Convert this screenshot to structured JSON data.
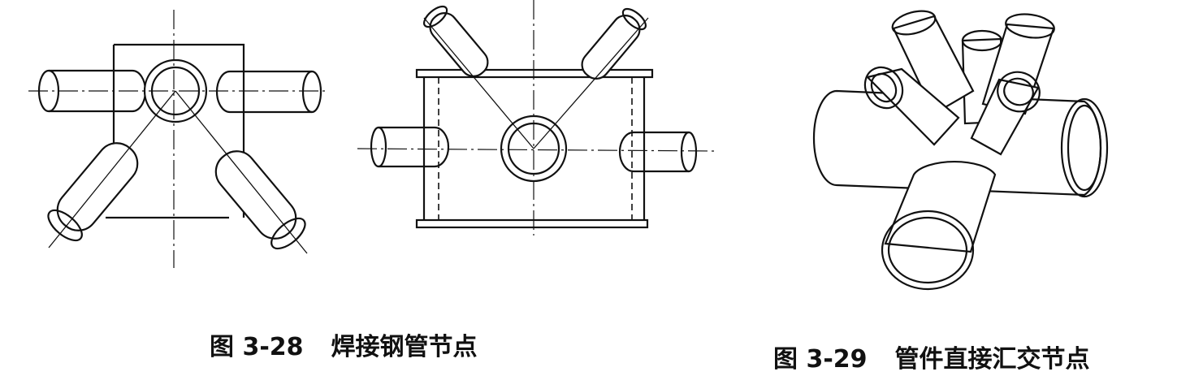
{
  "figures": [
    {
      "number": "图 3-28",
      "title": "焊接钢管节点"
    },
    {
      "number": "图 3-29",
      "title": "管件直接汇交节点"
    }
  ],
  "colors": {
    "ink": "#111111",
    "paper": "#ffffff"
  }
}
